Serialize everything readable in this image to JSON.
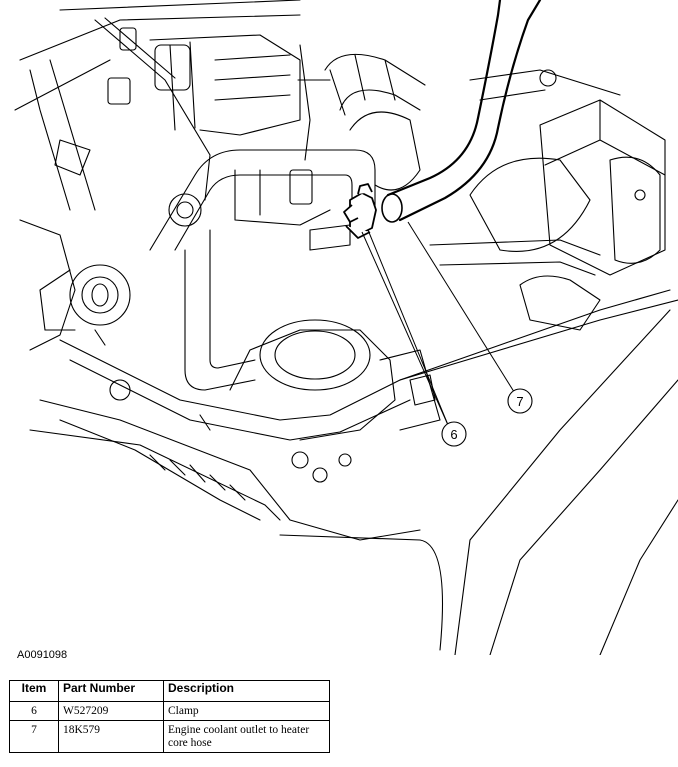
{
  "figure_id": "A0091098",
  "callouts": [
    {
      "number": "6"
    },
    {
      "number": "7"
    }
  ],
  "table": {
    "headers": {
      "item": "Item",
      "part_number": "Part Number",
      "description": "Description"
    },
    "rows": [
      {
        "item": "6",
        "part_number": "W527209",
        "description": "Clamp"
      },
      {
        "item": "7",
        "part_number": "18K579",
        "description": "Engine coolant outlet to heater core hose"
      }
    ]
  }
}
